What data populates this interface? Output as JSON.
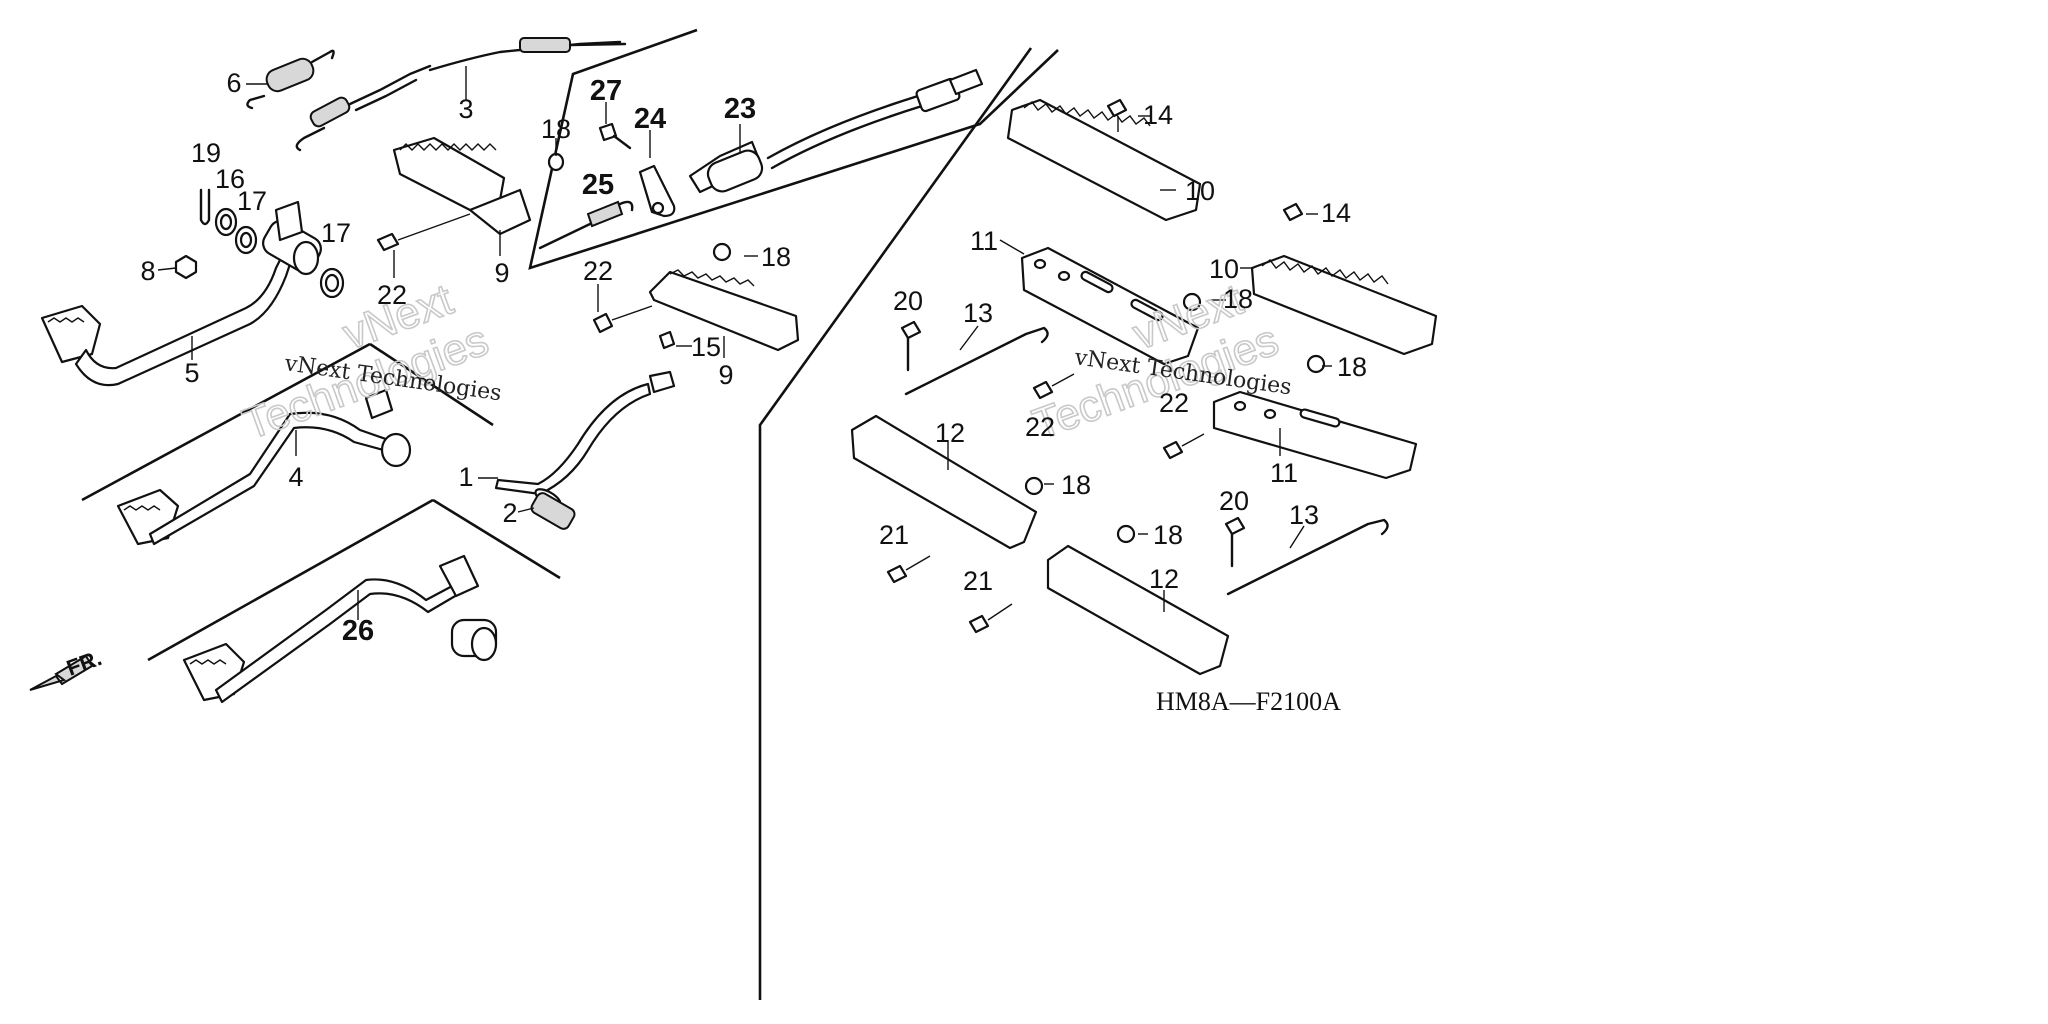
{
  "diagram": {
    "code": "HM8A—F2100A",
    "front_marker": "FR.",
    "watermark_top": "vNext",
    "watermark_mid": "vNext Technologies",
    "watermark_bottom": "Technologies",
    "callouts": {
      "p1": "1",
      "p2": "2",
      "p3": "3",
      "p4": "4",
      "p5": "5",
      "p6": "6",
      "p8": "8",
      "p9a": "9",
      "p9b": "9",
      "p10a": "10",
      "p10b": "10",
      "p11a": "11",
      "p11b": "11",
      "p12a": "12",
      "p12b": "12",
      "p13a": "13",
      "p13b": "13",
      "p14a": "14",
      "p14b": "14",
      "p15": "15",
      "p16": "16",
      "p17a": "17",
      "p17b": "17",
      "p18a": "18",
      "p18b": "18",
      "p18c": "18",
      "p18d": "18",
      "p18e": "18",
      "p18f": "18",
      "p19": "19",
      "p20a": "20",
      "p20b": "20",
      "p21a": "21",
      "p21b": "21",
      "p22a": "22",
      "p22b": "22",
      "p22c": "22",
      "p22d": "22",
      "p23": "23",
      "p24": "24",
      "p25": "25",
      "p26": "26",
      "p27": "27"
    }
  }
}
